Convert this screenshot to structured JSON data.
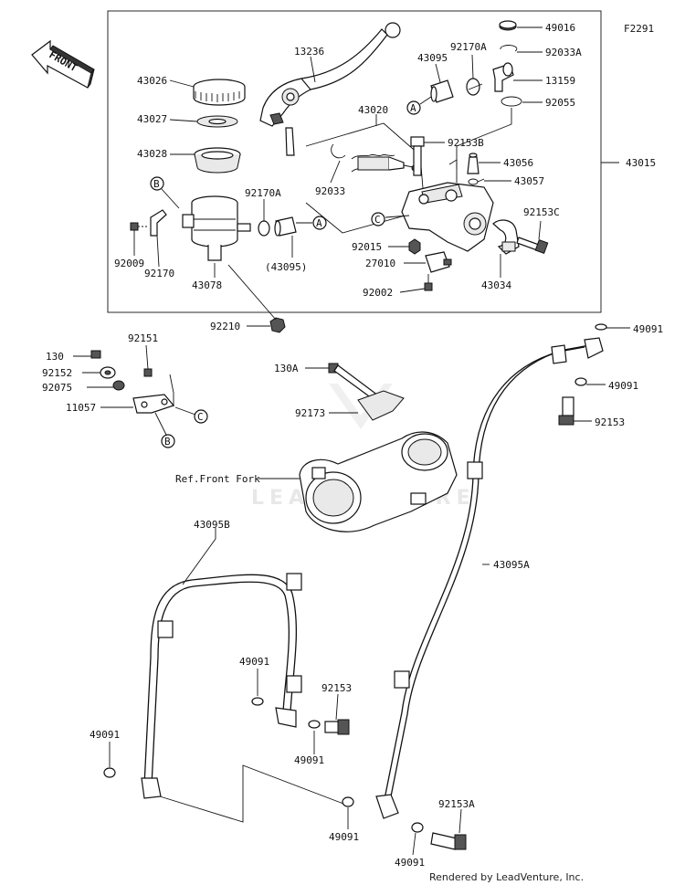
{
  "header": {
    "figure_code": "F2291",
    "front_label": "FRONT"
  },
  "labels": {
    "p49016": "49016",
    "p92033A": "92033A",
    "p13159": "13159",
    "p92055": "92055",
    "p92170A_top": "92170A",
    "p43095": "43095",
    "p13236": "13236",
    "p43026": "43026",
    "p43027": "43027",
    "p43028": "43028",
    "p43020": "43020",
    "p92153B": "92153B",
    "p43056": "43056",
    "p43057": "43057",
    "p43015": "43015",
    "p92033": "92033",
    "p92153C": "92153C",
    "p92170A_mid": "92170A",
    "p43095_paren": "(43095)",
    "p92015": "92015",
    "p27010": "27010",
    "p92002": "92002",
    "p43034": "43034",
    "p92009": "92009",
    "p92170": "92170",
    "p43078": "43078",
    "p92210": "92210",
    "p130": "130",
    "p92151": "92151",
    "p92152": "92152",
    "p92075": "92075",
    "p11057": "11057",
    "p130A": "130A",
    "p92173": "92173",
    "ref_front_fork": "Ref.Front Fork",
    "p49091_tr": "49091",
    "p49091_r": "49091",
    "p92153_r": "92153",
    "p43095B": "43095B",
    "p43095A": "43095A",
    "p49091_mid": "49091",
    "p92153_mid": "92153",
    "p49091_mid2": "49091",
    "p49091_left": "49091",
    "p49091_bot1": "49091",
    "p49091_bot2": "49091",
    "p92153A": "92153A"
  },
  "callouts": {
    "A": "A",
    "B": "B",
    "C": "C"
  },
  "watermark": "LEADVENTURE",
  "footer": {
    "credit": "Rendered by LeadVenture, Inc."
  }
}
